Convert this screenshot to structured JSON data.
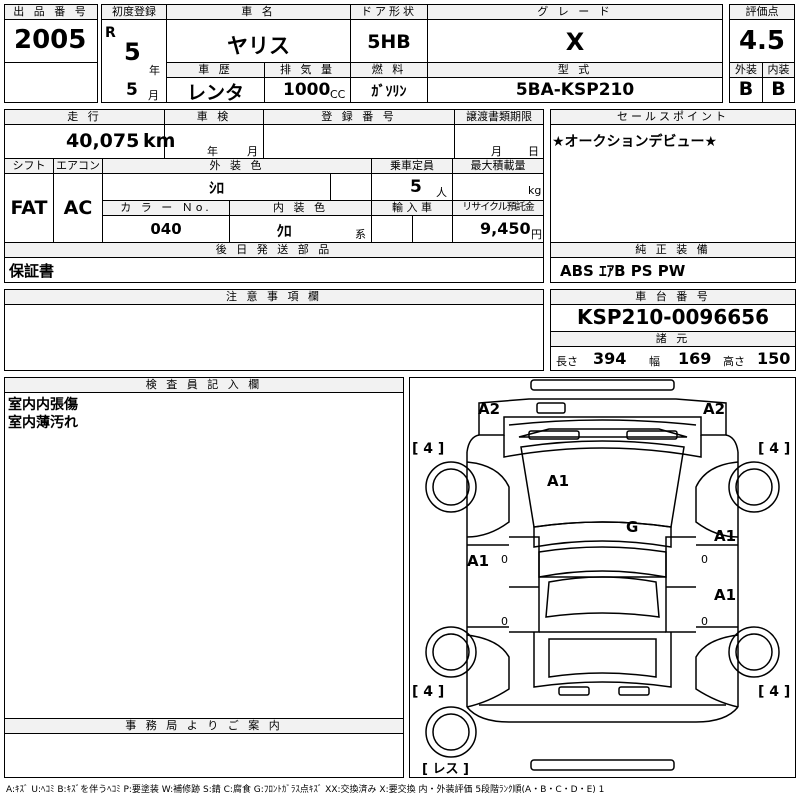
{
  "row1": {
    "h_lot": "出 品 番 号",
    "lot": "2005",
    "h_first_reg": "初度登録",
    "era": "R",
    "reg_year": "5",
    "year_unit": "年",
    "reg_month": "5",
    "month_unit": "月",
    "h_car_name": "車 名",
    "car_name": "ヤリス",
    "h_door": "ドア形状",
    "door": "5HB",
    "h_grade": "グ レ ー ド",
    "grade": "X",
    "h_score": "評価点",
    "score": "4.5",
    "h_history": "車 歴",
    "history": "レンタ",
    "h_displacement": "排 気 量",
    "displacement": "1000",
    "cc": "CC",
    "h_fuel": "燃 料",
    "fuel": "ｶﾞｿﾘﾝ",
    "h_model": "型 式",
    "model": "5BA-KSP210",
    "h_ext": "外装",
    "ext": "B",
    "h_int": "内装",
    "int": "B"
  },
  "row2": {
    "h_mileage": "走 行",
    "mileage": "40,075",
    "km": "km",
    "h_inspection": "車 検",
    "insp_year": "年",
    "insp_month": "月",
    "h_regno": "登 録 番 号",
    "h_transfer": "譲渡書類期限",
    "tr_month": "月",
    "tr_day": "日",
    "h_sales": "セールスポイント",
    "sales": "★オークションデビュー★"
  },
  "row3": {
    "h_shift": "シフト",
    "shift": "FAT",
    "h_ac": "エアコン",
    "ac": "AC",
    "h_color": "外 装 色",
    "color": "ｼﾛ",
    "h_capacity": "乗車定員",
    "capacity": "5",
    "cap_unit": "人",
    "h_load": "最大積載量",
    "load_unit": "kg",
    "h_colorno": "カ ラ ー Ｎo.",
    "colorno": "040",
    "h_intcolor": "内 装 色",
    "intcolor": "ｸﾛ",
    "int_unit": "系",
    "h_import": "輸 入 車",
    "h_recycle": "リサイクル預託金",
    "recycle": "9,450",
    "yen": "円"
  },
  "row4": {
    "h_later": "後 日 発 送 部 品",
    "later": "保証書",
    "h_equip": "純 正 装 備",
    "equip": "ABS ｴｱB PS PW"
  },
  "row5": {
    "h_notes": "注 意 事 項 欄",
    "h_chassis": "車 台 番 号",
    "chassis": "KSP210-0096656",
    "h_dims": "諸 元",
    "len_l": "長さ",
    "len": "394",
    "wid_l": "幅",
    "wid": "169",
    "hei_l": "高さ",
    "hei": "150"
  },
  "inspector": {
    "h": "検 査 員 記 入 欄",
    "line1": "室内内張傷",
    "line2": "室内薄汚れ"
  },
  "office": {
    "h": "事 務 局 よ り ご 案 内"
  },
  "diagram": {
    "marks": [
      "A2",
      "A2",
      "A1",
      "G",
      "A1",
      "A1",
      "A1"
    ],
    "tires": [
      "[ 4 ]",
      "[ 4 ]",
      "[ 4 ]",
      "[ 4 ]"
    ],
    "spare": "[ レス ]"
  },
  "legend": "A:ｷｽﾞ U:ﾍｺﾐ B:ｷｽﾞを伴うﾍｺﾐ P:要塗装 W:補修跡 S:錆 C:腐食 G:ﾌﾛﾝﾄｶﾞﾗｽ点ｷｽﾞ XX:交換済み X:要交換 内・外装評価 5段階ﾗﾝｸ順(A・B・C・D・E) 1"
}
